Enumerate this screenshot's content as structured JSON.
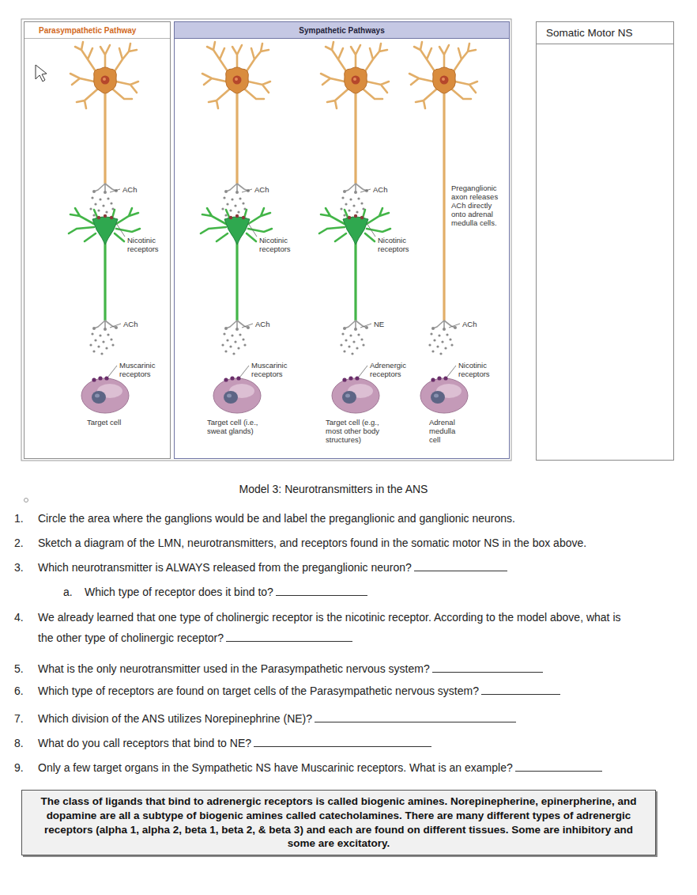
{
  "diagram": {
    "caption": "Model 3: Neurotransmitters in the ANS",
    "nodes": [
      {
        "text": [
          "Parasympathetic Pathway"
        ]
      },
      {
        "text": [
          "Sympathetic Pathways"
        ]
      },
      {
        "text": [
          "Somatic Motor NS"
        ]
      },
      {
        "text": [
          "The class of ligands that bind to adrenergic receptors is called biogenic amines. Norepinepherine, epinerpherine, and dopamine are all a subtype of biogenic amines called catecholamines. There are many different types of adrenergic receptors (alpha 1, alpha 2, beta 1, beta 2, & beta 3) and each are found on different tissues. Some are inhibitory and some are excitatory."
        ]
      }
    ],
    "labels": [
      "ACh",
      "Nicotinic receptors",
      "ACh",
      "Muscarinic receptors",
      "Target cell",
      "ACh",
      "Nicotinic receptors",
      "ACh",
      "Muscarinic receptors",
      "Target cell (i.e., sweat glands)",
      "ACh",
      "Nicotinic receptors",
      "NE",
      "Adrenergic receptors",
      "Target cell (e.g., most other body structures)",
      "Preganglionic axon releases ACh directly onto adrenal medulla cells.",
      "ACh",
      "Nicotinic receptors",
      "Adrenal medulla cell",
      "1.",
      "Circle the area where the ganglions would be and label the preganglionic and ganglionic neurons.",
      "2.",
      "Sketch a diagram of the LMN, neurotransmitters, and receptors found in the somatic motor NS in the box above.",
      "3.",
      "Which neurotransmitter is ALWAYS released from the preganglionic neuron?",
      "a.",
      "Which type of receptor does it bind to?",
      "4.",
      "We already learned that one type of cholinergic receptor is the nicotinic receptor. According to the model above, what is the other type of cholinergic receptor?",
      "5.",
      "What is the only neurotransmitter used in the Parasympathetic nervous system?",
      "6.",
      "Which type of receptors are found on target cells of the Parasympathetic nervous system?",
      "7.",
      "Which division of the ANS utilizes Norepinephrine (NE)?",
      "8.",
      "What do you call receptors that bind to NE?",
      "9.",
      "Only a few target organs in the Sympathetic NS have Muscarinic receptors. What is an example?"
    ]
  }
}
